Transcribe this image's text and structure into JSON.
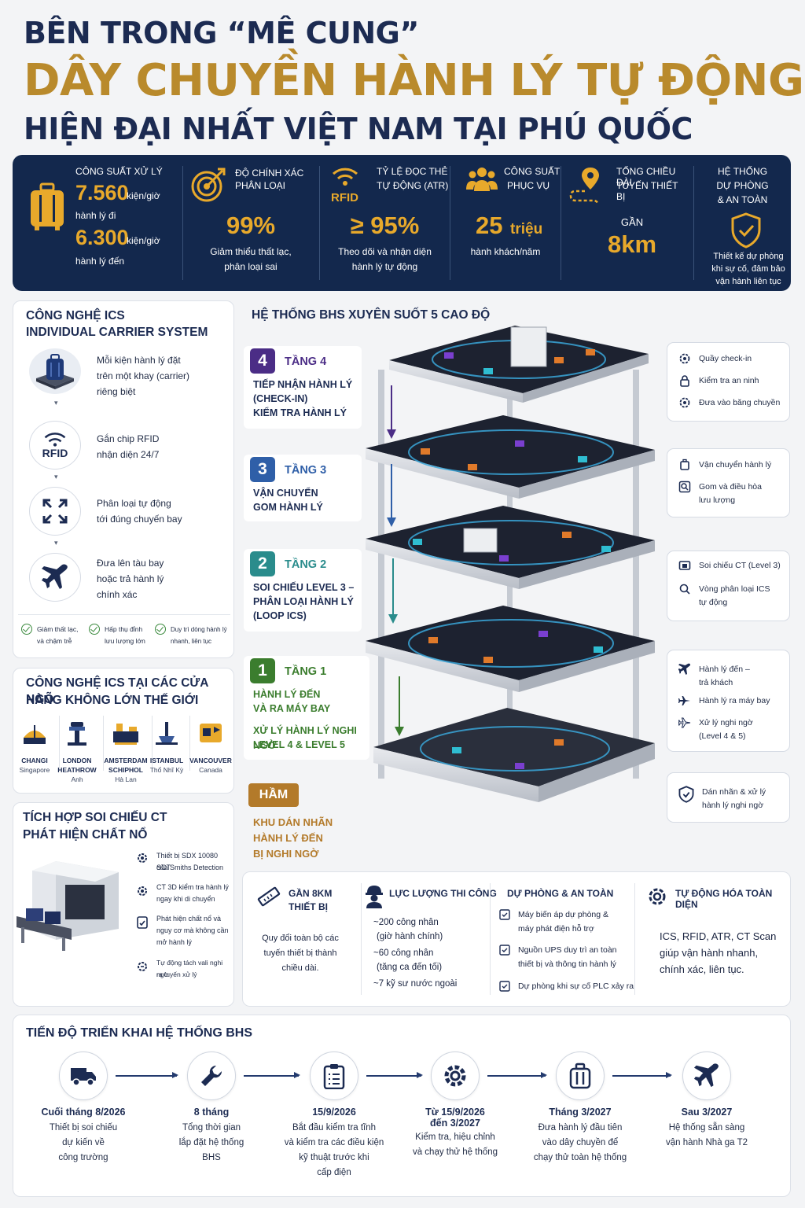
{
  "title": {
    "line1": "BÊN TRONG “MÊ CUNG”",
    "line2": "DÂY CHUYỀN HÀNH LÝ TỰ ĐỘNG",
    "line3": "HIỆN ĐẠI NHẤT VIỆT NAM TẠI PHÚ QUỐC"
  },
  "stats": {
    "capacity": {
      "label": "CÔNG SUẤT XỬ LÝ",
      "v1": "7.560",
      "u1": "kiện/giờ",
      "d1": "hành lý đi",
      "v2": "6.300",
      "u2": "kiện/giờ",
      "d2": "hành lý đến"
    },
    "accuracy": {
      "label1": "ĐỘ CHÍNH XÁC",
      "label2": "PHÂN LOẠI",
      "value": "99%",
      "desc1": "Giảm thiểu thất lạc,",
      "desc2": "phân loại sai"
    },
    "atr": {
      "label1": "TỶ LỆ ĐỌC THẺ",
      "label2": "TỰ ĐỘNG (ATR)",
      "rfid": "RFID",
      "value": "≥ 95%",
      "desc1": "Theo dõi và nhận diện",
      "desc2": "hành lý tự động"
    },
    "service": {
      "label1": "CÔNG SUẤT",
      "label2": "PHỤC VỤ",
      "value": "25",
      "unit": "triệu",
      "desc": "hành khách/năm"
    },
    "length": {
      "label1": "TỔNG CHIỀU DÀI",
      "label2": "TUYẾN THIẾT BỊ",
      "pre": "GẦN",
      "value": "8km"
    },
    "safety": {
      "label1": "HỆ THỐNG",
      "label2": "DỰ PHÒNG",
      "label3": "& AN TOÀN",
      "desc1": "Thiết kế dự phòng",
      "desc2": "khi sự cố, đảm bảo",
      "desc3": "vận hành liên tục"
    }
  },
  "ics": {
    "title1": "CÔNG NGHỆ ICS",
    "title2": "INDIVIDUAL CARRIER SYSTEM",
    "steps": [
      {
        "l1": "Mỗi kiện hành lý đặt",
        "l2": "trên một khay (carrier)",
        "l3": "riêng biệt"
      },
      {
        "l1": "Gắn chip RFID",
        "l2": "nhận diện 24/7",
        "rfid": "RFID"
      },
      {
        "l1": "Phân loại tự động",
        "l2": "tới đúng chuyến bay"
      },
      {
        "l1": "Đưa lên tàu bay",
        "l2": "hoặc trả hành lý",
        "l3": "chính xác"
      }
    ],
    "benefits": [
      {
        "l1": "Giảm thất lạc,",
        "l2": "và chậm trễ"
      },
      {
        "l1": "Hấp thụ đỉnh",
        "l2": "lưu lượng lớn"
      },
      {
        "l1": "Duy trì dòng hành lý",
        "l2": "nhanh, liên tục"
      }
    ]
  },
  "world": {
    "title1": "CÔNG NGHỆ ICS TẠI CÁC CỬA NGÕ",
    "title2": "HÀNG KHÔNG LỚN THẾ GIỚI",
    "airports": [
      {
        "n1": "CHANGI",
        "n2": "",
        "country": "Singapore"
      },
      {
        "n1": "LONDON",
        "n2": "HEATHROW",
        "country": "Anh"
      },
      {
        "n1": "AMSTERDAM",
        "n2": "SCHIPHOL",
        "country": "Hà Lan"
      },
      {
        "n1": "ISTANBUL",
        "n2": "",
        "country": "Thổ Nhĩ Kỳ"
      },
      {
        "n1": "VANCOUVER",
        "n2": "",
        "country": "Canada"
      }
    ]
  },
  "ct": {
    "title1": "TÍCH HỢP SOI CHIẾU CT",
    "title2": "PHÁT HIỆN CHẤT NỔ",
    "items": [
      {
        "l1": "Thiết bị SDX 10080 SCT",
        "l2": "của Smiths Detection"
      },
      {
        "l1": "CT 3D kiểm tra hành lý",
        "l2": "ngay khi di chuyển"
      },
      {
        "l1": "Phát hiện chất nổ và",
        "l2": "nguy cơ mà không cần",
        "l3": "mở hành lý"
      },
      {
        "l1": "Tự động tách vali nghi ngờ",
        "l2": "ra tuyến xử lý"
      }
    ]
  },
  "bhs": {
    "title": "HỆ THỐNG BHS XUYÊN SUỐT 5 CAO ĐỘ",
    "levels": [
      {
        "num": "4",
        "name": "TẦNG 4",
        "d1": "TIẾP NHẬN HÀNH LÝ",
        "d2": "(CHECK-IN)",
        "d3": "KIỂM TRA HÀNH LÝ"
      },
      {
        "num": "3",
        "name": "TẦNG 3",
        "d1": "VẬN CHUYỂN",
        "d2": "GOM HÀNH LÝ"
      },
      {
        "num": "2",
        "name": "TẦNG 2",
        "d1": "SOI CHIẾU LEVEL 3 –",
        "d2": "PHÂN LOẠI HÀNH LÝ",
        "d3": "(LOOP ICS)"
      },
      {
        "num": "1",
        "name": "TẦNG 1",
        "d1": "HÀNH LÝ ĐẾN",
        "d2": "VÀ RA MÁY BAY",
        "d3": "XỬ LÝ HÀNH LÝ NGHI NGỜ",
        "d4": "LEVEL 4 & LEVEL 5"
      }
    ],
    "basement": {
      "name": "HẦM",
      "d1": "KHU DÁN NHÃN",
      "d2": "HÀNH LÝ ĐẾN",
      "d3": "BỊ NGHI NGỜ"
    },
    "side": {
      "l4": [
        {
          "t": "Quầy check-in"
        },
        {
          "t": "Kiểm tra an ninh"
        },
        {
          "t": "Đưa vào băng chuyền"
        }
      ],
      "l3": [
        {
          "t": "Vận chuyển hành lý"
        },
        {
          "t": "Gom và điều hòa",
          "t2": "lưu lượng"
        }
      ],
      "l2": [
        {
          "t": "Soi chiếu CT (Level 3)"
        },
        {
          "t": "Vòng phân loại ICS",
          "t2": "tự động"
        }
      ],
      "l1": [
        {
          "t": "Hành lý đến –",
          "t2": "trả khách"
        },
        {
          "t": "Hành lý ra máy bay"
        },
        {
          "t": "Xử lý nghi ngờ",
          "t2": "(Level 4 & 5)"
        }
      ],
      "b": [
        {
          "t": "Dán nhãn & xử lý",
          "t2": "hành lý nghi ngờ"
        }
      ]
    }
  },
  "facts": {
    "length": {
      "t1": "GẦN 8KM",
      "t2": "THIẾT BỊ",
      "d1": "Quy đổi toàn bộ các",
      "d2": "tuyến thiết bị thành",
      "d3": "chiều dài."
    },
    "workforce": {
      "t": "LỰC LƯỢNG THI CÔNG",
      "a1": "~200 công nhân",
      "a2": "(giờ hành chính)",
      "b1": "~60 công nhân",
      "b2": "(tăng ca đến tối)",
      "c1": "~7 kỹ sư nước ngoài"
    },
    "backup": {
      "t": "DỰ PHÒNG & AN TOÀN",
      "a1": "Máy biến áp dự phòng &",
      "a2": "máy phát điện hỗ trợ",
      "b1": "Nguồn UPS duy trì an toàn",
      "b2": "thiết bị và thông tin hành lý",
      "c1": "Dự phòng khi sự cố PLC xảy ra"
    },
    "auto": {
      "t": "TỰ ĐỘNG HÓA TOÀN DIỆN",
      "d1": "ICS, RFID, ATR, CT Scan",
      "d2": "giúp vận hành nhanh,",
      "d3": "chính xác, liên tục."
    }
  },
  "timeline": {
    "title": "TIẾN ĐỘ TRIỂN KHAI HỆ THỐNG BHS",
    "steps": [
      {
        "icon": "truck-icon",
        "date": "Cuối tháng 8/2026",
        "d1": "Thiết bị soi chiếu",
        "d2": "dự kiến về",
        "d3": "công trường"
      },
      {
        "icon": "wrench-icon",
        "date": "8 tháng",
        "d1": "Tổng thời gian",
        "d2": "lắp đặt hệ thống",
        "d3": "BHS"
      },
      {
        "icon": "clipboard-icon",
        "date": "15/9/2026",
        "d1": "Bắt đầu kiểm tra tĩnh",
        "d2": "và kiểm tra các điều kiện",
        "d3": "kỹ thuật trước khi",
        "d4": "cấp điện"
      },
      {
        "icon": "gear-icon",
        "date": "Từ 15/9/2026",
        "date2": "đến 3/2027",
        "d1": "Kiểm tra, hiệu chỉnh",
        "d2": "và chạy thử hệ thống"
      },
      {
        "icon": "luggage-icon",
        "date": "Tháng 3/2027",
        "d1": "Đưa hành lý đầu tiên",
        "d2": "vào dây chuyền để",
        "d3": "chạy thử toàn hệ thống"
      },
      {
        "icon": "plane-icon",
        "date": "Sau 3/2027",
        "d1": "Hệ thống sẵn sàng",
        "d2": "vận hành Nhà ga T2"
      }
    ]
  },
  "colors": {
    "navy": "#13284d",
    "gold": "#e8a92b",
    "l4": "#4b2d86",
    "l3": "#2f5fa8",
    "l2": "#2a8c8c",
    "l1": "#3b7d2e",
    "hầm": "#b37a2a"
  }
}
